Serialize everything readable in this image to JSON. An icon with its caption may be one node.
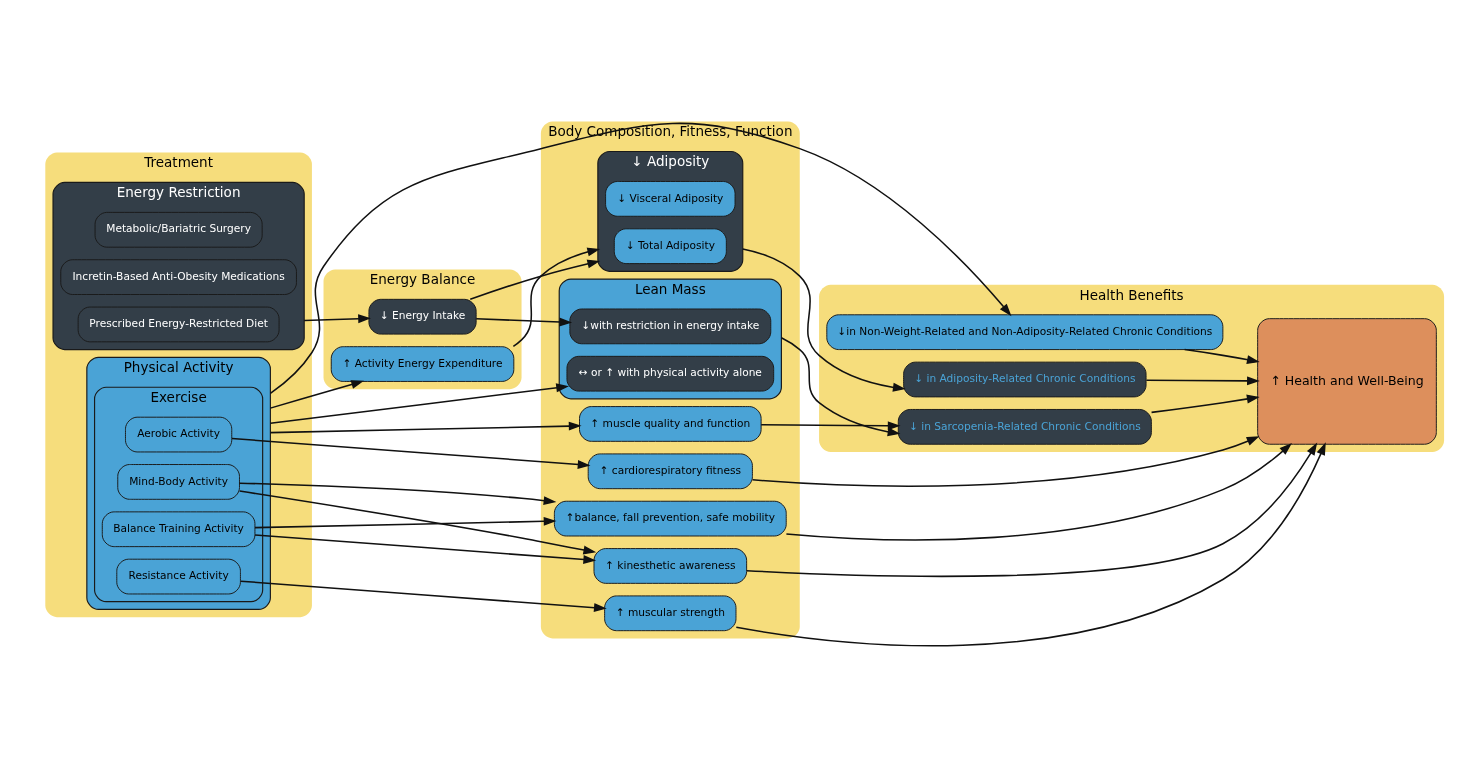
{
  "diagram": {
    "nodes": [
      {
        "text": [
          "Treatment"
        ]
      },
      {
        "text": [
          "Energy Balance"
        ]
      },
      {
        "text": [
          "Body Composition, Fitness, Function"
        ]
      },
      {
        "text": [
          "Health Benefits"
        ]
      },
      {
        "text": [
          "Energy Restriction"
        ],
        "in": 0
      },
      {
        "text": [
          "Prescribed Energy-Restricted Diet"
        ],
        "in": 4
      },
      {
        "text": [
          "Incretin-Based Anti-Obesity Medications"
        ],
        "in": 4
      },
      {
        "text": [
          "Metabolic/Bariatric Surgery"
        ],
        "in": 4
      },
      {
        "text": [
          "Physical Activity"
        ],
        "in": 0
      },
      {
        "text": [
          "Exercise"
        ],
        "in": 8
      },
      {
        "text": [
          "Aerobic Activity"
        ],
        "in": 9
      },
      {
        "text": [
          "Resistance Activity"
        ],
        "in": 9
      },
      {
        "text": [
          "Mind-Body Activity"
        ],
        "in": 9
      },
      {
        "text": [
          "Balance Training Activity"
        ],
        "in": 9
      },
      {
        "text": [
          "↓ Energy Intake"
        ],
        "in": 1
      },
      {
        "text": [
          "↑ Activity Energy Expenditure"
        ],
        "in": 1
      },
      {
        "text": [
          "↓ Adiposity"
        ],
        "in": 2
      },
      {
        "text": [
          "↓ Total Adiposity"
        ],
        "in": 16
      },
      {
        "text": [
          "↓ Visceral Adiposity"
        ],
        "in": 16
      },
      {
        "text": [
          "Lean Mass"
        ],
        "in": 2
      },
      {
        "text": [
          "↓with restriction in energy intake"
        ],
        "in": 19
      },
      {
        "text": [
          "↔ or ↑ with physical activity alone"
        ],
        "in": 19
      },
      {
        "text": [
          "↑ muscle quality and function"
        ],
        "in": 2
      },
      {
        "text": [
          "↑ cardiorespiratory fitness"
        ],
        "in": 2
      },
      {
        "text": [
          "↑ muscular strength"
        ],
        "in": 2
      },
      {
        "text": [
          "↑ kinesthetic awareness"
        ],
        "in": 2
      },
      {
        "text": [
          "↑balance, fall prevention, safe mobility"
        ],
        "in": 2
      },
      {
        "text": [
          "↓ in Adiposity-Related Chronic Conditions"
        ],
        "in": 3
      },
      {
        "text": [
          "↓ in Sarcopenia-Related Chronic Conditions"
        ],
        "in": 3
      },
      {
        "text": [
          "↓in Non-Weight-Related and Non-Adiposity-Related Chronic Conditions"
        ],
        "in": 3
      },
      {
        "text": [
          "↑ Health and Well-Being"
        ],
        "in": 3
      }
    ],
    "edges": [
      {
        "from": 4,
        "to": 14,
        "arrow": "to"
      },
      {
        "from": 8,
        "to": 15,
        "arrow": "to"
      },
      {
        "from": 14,
        "to": 16,
        "arrow": "to"
      },
      {
        "from": 15,
        "to": 16,
        "arrow": "to"
      },
      {
        "from": 14,
        "to": 20,
        "arrow": "to"
      },
      {
        "from": 8,
        "to": 21,
        "arrow": "to"
      },
      {
        "from": 8,
        "to": 22,
        "arrow": "to"
      },
      {
        "from": 16,
        "to": 27,
        "arrow": "to"
      },
      {
        "from": 19,
        "to": 28,
        "arrow": "to"
      },
      {
        "from": 22,
        "to": 28,
        "arrow": "to"
      },
      {
        "from": 27,
        "to": 30,
        "arrow": "to"
      },
      {
        "from": 28,
        "to": 30,
        "arrow": "to"
      },
      {
        "from": 10,
        "to": 23,
        "arrow": "to"
      },
      {
        "from": 11,
        "to": 24,
        "arrow": "to"
      },
      {
        "from": 12,
        "to": 25,
        "arrow": "to"
      },
      {
        "from": 12,
        "to": 26,
        "arrow": "to"
      },
      {
        "from": 13,
        "to": 25,
        "arrow": "to"
      },
      {
        "from": 13,
        "to": 26,
        "arrow": "to"
      },
      {
        "from": 23,
        "to": 30,
        "arrow": "to"
      },
      {
        "from": 24,
        "to": 30,
        "arrow": "to"
      },
      {
        "from": 25,
        "to": 30,
        "arrow": "to"
      },
      {
        "from": 26,
        "to": 30,
        "arrow": "to"
      },
      {
        "from": 8,
        "to": 29,
        "arrow": "to"
      },
      {
        "from": 29,
        "to": 30,
        "arrow": "to"
      }
    ]
  }
}
